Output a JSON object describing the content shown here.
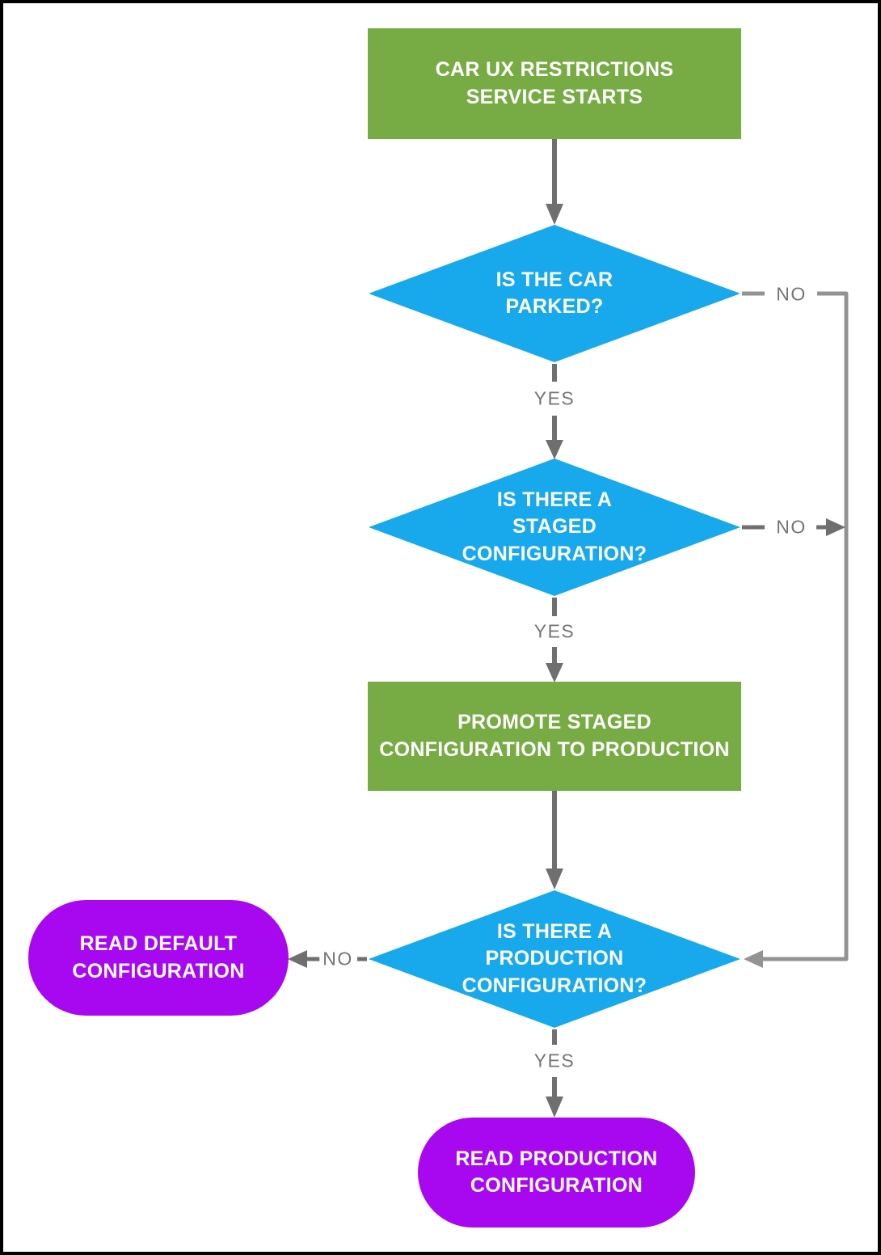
{
  "colors": {
    "background": "#FFFFFF",
    "frame": "#000000",
    "process_fill": "#77AB43",
    "decision_fill": "#18A9EC",
    "terminal_fill": "#A808F0",
    "node_text": "#FFFFFF",
    "connector": "#6F6F6F",
    "connector_light": "#939393",
    "edge_label_text": "#757575"
  },
  "nodes": {
    "start": {
      "type": "process",
      "label": "CAR UX RESTRICTIONS\nSERVICE STARTS"
    },
    "is_parked": {
      "type": "decision",
      "label": "IS THE CAR\nPARKED?"
    },
    "has_staged": {
      "type": "decision",
      "label": "IS THERE A\nSTAGED\nCONFIGURATION?"
    },
    "promote": {
      "type": "process",
      "label": "PROMOTE STAGED\nCONFIGURATION TO PRODUCTION"
    },
    "has_production": {
      "type": "decision",
      "label": "IS THERE A\nPRODUCTION\nCONFIGURATION?"
    },
    "read_default": {
      "type": "terminal",
      "label": "READ DEFAULT\nCONFIGURATION"
    },
    "read_production": {
      "type": "terminal",
      "label": "READ PRODUCTION\nCONFIGURATION"
    }
  },
  "edges": {
    "parked_yes": "YES",
    "parked_no": "NO",
    "staged_yes": "YES",
    "staged_no": "NO",
    "production_yes": "YES",
    "production_no": "NO"
  }
}
